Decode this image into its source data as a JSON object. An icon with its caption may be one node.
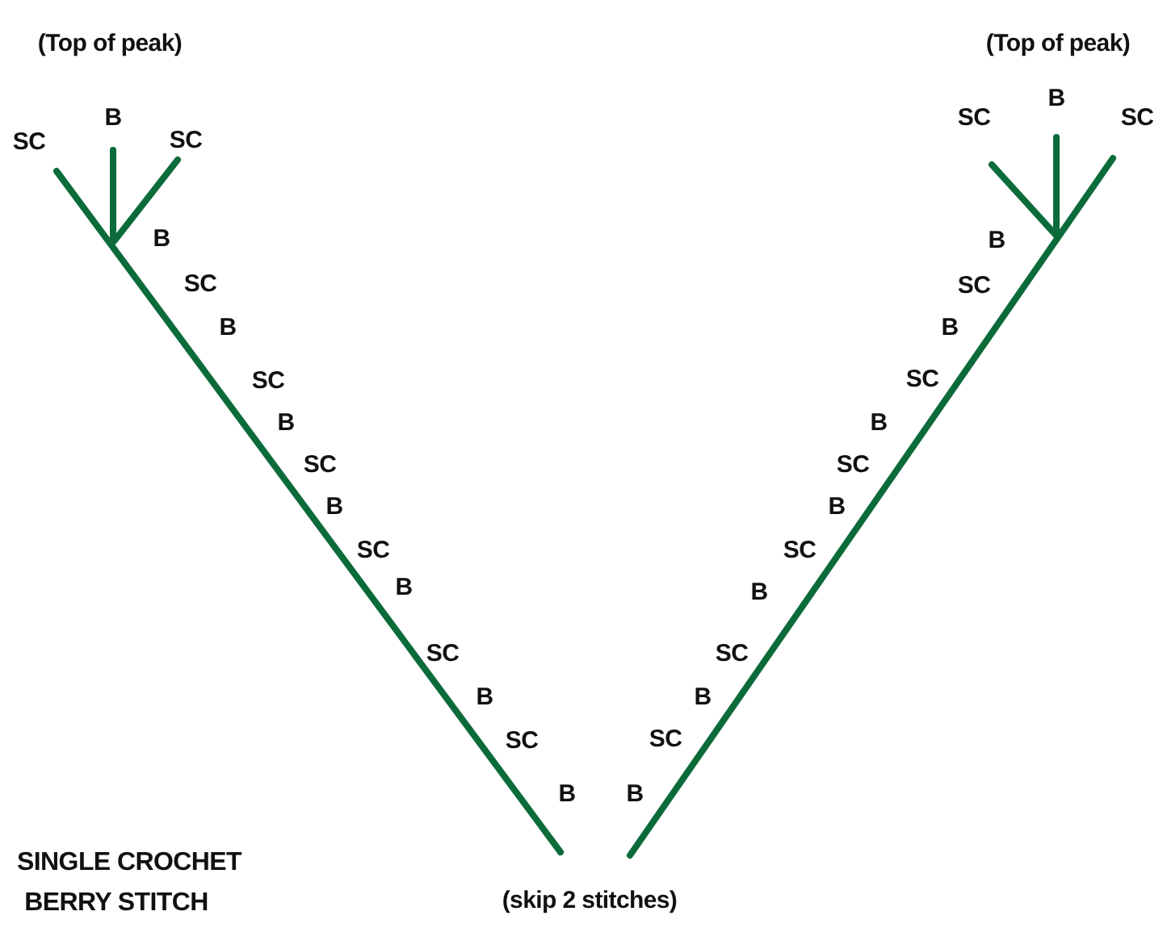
{
  "diagram": {
    "labels": [
      "(Top of peak)",
      "(Top of peak)",
      "SC",
      "B",
      "SC",
      "SC",
      "B",
      "SC",
      "B",
      "SC",
      "B",
      "SC",
      "B",
      "SC",
      "B",
      "SC",
      "B",
      "SC",
      "B",
      "SC",
      "B",
      "B",
      "SC",
      "B",
      "SC",
      "B",
      "SC",
      "B",
      "SC",
      "B",
      "SC",
      "B",
      "SC",
      "B",
      "SINGLE CROCHET",
      "BERRY STITCH",
      "(skip 2 stitches)"
    ]
  }
}
